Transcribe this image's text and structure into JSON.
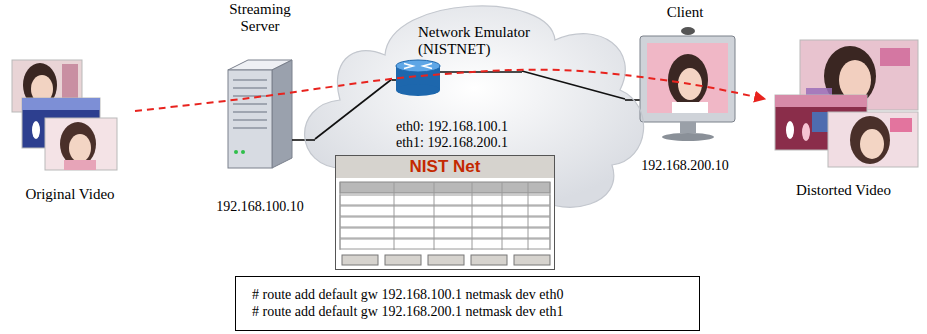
{
  "diagram": {
    "nodes": [
      {
        "text": [
          "Original Video"
        ]
      },
      {
        "text": [
          "Streaming Server",
          "192.168.100.10"
        ]
      },
      {
        "text": [
          "Network Emulator (NISTNET)"
        ]
      },
      {
        "text": [
          "eth0: 192.168.100.1",
          "eth1: 192.168.200.1"
        ],
        "in": 2
      },
      {
        "text": [
          "NIST Net"
        ]
      },
      {
        "text": [
          "Client",
          "192.168.200.10"
        ]
      },
      {
        "text": [
          "Distorted Video"
        ]
      },
      {
        "text": [
          "# route add default gw 192.168.100.1 netmask dev eth0",
          "# route add default gw 192.168.200.1 netmask dev eth1"
        ]
      }
    ],
    "edges": [
      {
        "from": 1,
        "to": 3,
        "arrow": "none"
      },
      {
        "from": 3,
        "to": 5,
        "arrow": "none"
      },
      {
        "from": 0,
        "to": 6,
        "arrow": "to"
      }
    ]
  }
}
